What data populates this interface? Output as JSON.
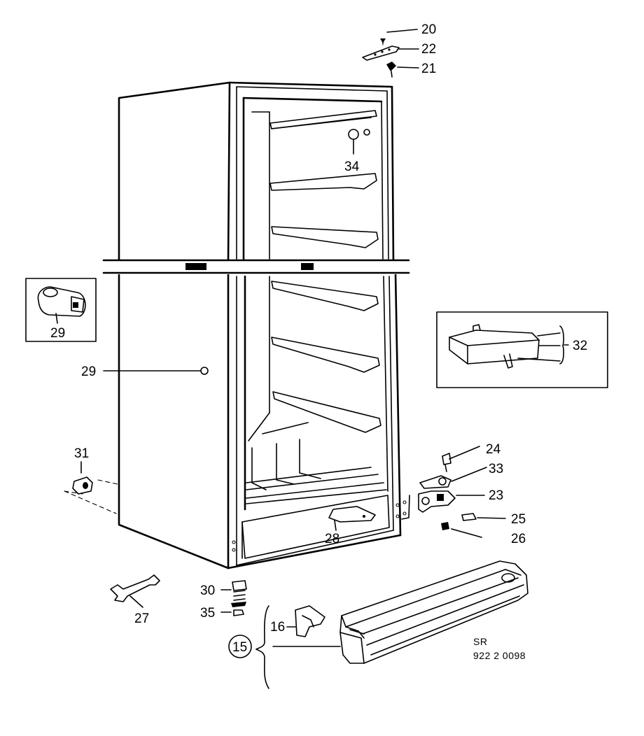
{
  "diagram": {
    "callouts": {
      "c20": "20",
      "c22": "22",
      "c21": "21",
      "c34": "34",
      "c29_inset": "29",
      "c29": "29",
      "c31": "31",
      "c32": "32",
      "c24": "24",
      "c33": "33",
      "c23": "23",
      "c25": "25",
      "c26": "26",
      "c28": "28",
      "c30": "30",
      "c27": "27",
      "c35": "35",
      "c16": "16",
      "c15": "15"
    },
    "reference": {
      "code": "SR",
      "number": "922 2 0098"
    }
  }
}
